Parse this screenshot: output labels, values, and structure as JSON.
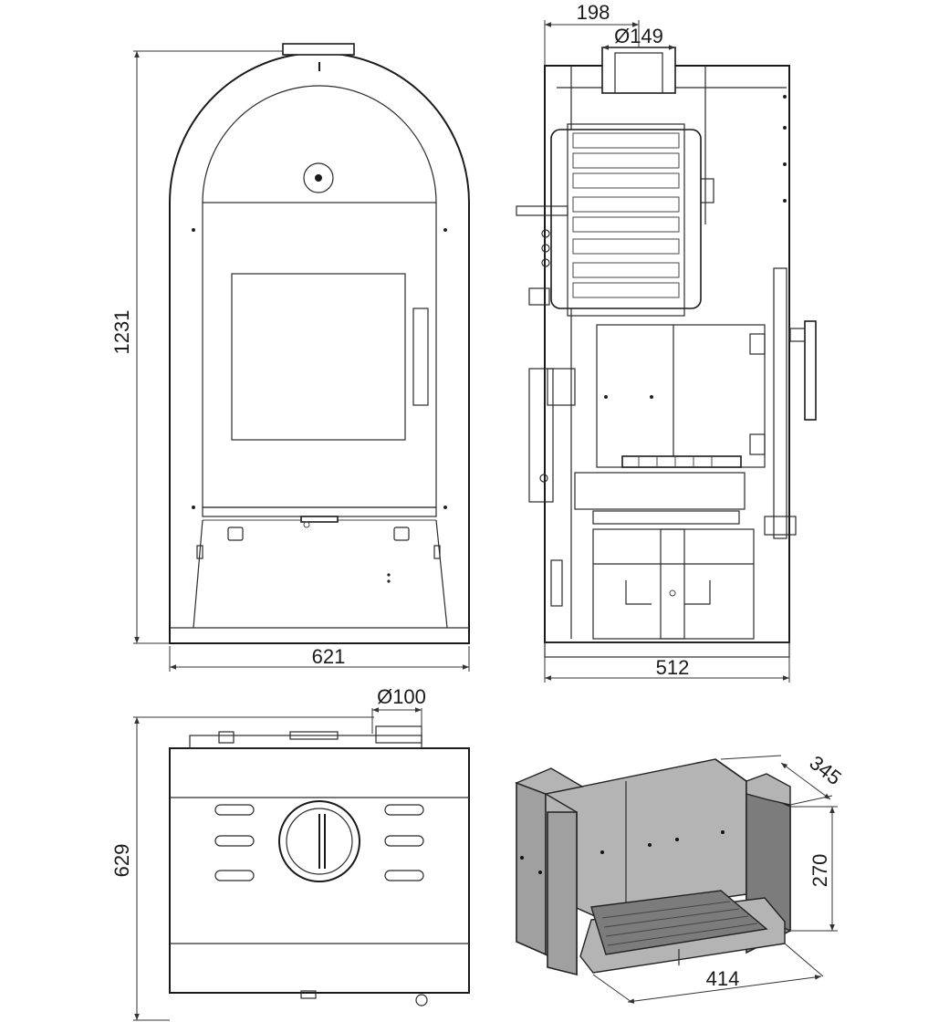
{
  "drawing": {
    "front_view": {
      "height_label": "1231",
      "width_label": "621"
    },
    "side_view": {
      "flue_offset_label": "198",
      "flue_diameter_label": "Ø149",
      "depth_label": "512"
    },
    "top_view": {
      "air_intake_diameter_label": "Ø100",
      "depth_label": "629"
    },
    "firebox_liner": {
      "depth_label": "345",
      "height_label": "270",
      "width_label": "414"
    }
  }
}
